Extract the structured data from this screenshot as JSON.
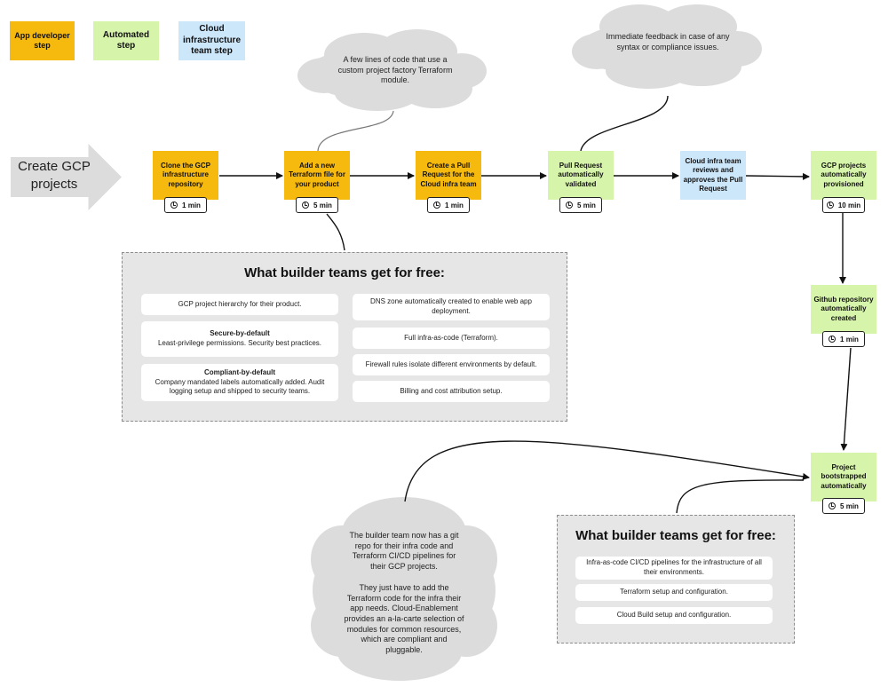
{
  "legend": {
    "app_developer": "App developer step",
    "automated": "Automated step",
    "cloud_infra": "Cloud infrastructure team step"
  },
  "start_label": "Create GCP projects",
  "steps": [
    {
      "label": "Clone the GCP infrastructure repository",
      "time": "1 min",
      "kind": "app-developer"
    },
    {
      "label": "Add a new Terraform file for your product",
      "time": "5 min",
      "kind": "app-developer"
    },
    {
      "label": "Create a Pull Request for the Cloud infra team",
      "time": "1 min",
      "kind": "app-developer"
    },
    {
      "label": "Pull Request automatically validated",
      "time": "5 min",
      "kind": "automated"
    },
    {
      "label": "Cloud infra team reviews and approves the Pull Request",
      "time": "",
      "kind": "cloud-infra"
    },
    {
      "label": "GCP projects automatically provisioned",
      "time": "10 min",
      "kind": "automated"
    },
    {
      "label": "Github repository automatically created",
      "time": "1 min",
      "kind": "automated"
    },
    {
      "label": "Project bootstrapped automatically",
      "time": "5 min",
      "kind": "automated"
    }
  ],
  "clouds": {
    "terraform_note": "A few lines of code that use a custom project factory Terraform module.",
    "feedback_note": "Immediate feedback in case of any syntax or compliance issues.",
    "builder_note_1": "The builder team now has a git repo for their infra code and Terraform CI/CD pipelines for their GCP projects.",
    "builder_note_2": "They just have to add the Terraform code for the infra their app needs. Cloud-Enablement provides an a-la-carte selection of modules for common resources, which are compliant and pluggable."
  },
  "panel_top": {
    "title": "What builder teams get for free:",
    "left_items": [
      {
        "title": "",
        "text": "GCP project hierarchy for their product."
      },
      {
        "title": "Secure-by-default",
        "text": "Least-privilege permissions. Security best practices."
      },
      {
        "title": "Compliant-by-default",
        "text": "Company mandated labels automatically added. Audit logging setup and shipped to security teams."
      }
    ],
    "right_items": [
      "DNS zone automatically created to enable web app deployment.",
      "Full infra-as-code (Terraform).",
      "Firewall rules isolate different environments by default.",
      "Billing and cost attribution setup."
    ]
  },
  "panel_bottom": {
    "title": "What builder teams get for free:",
    "items": [
      "Infra-as-code CI/CD pipelines for the infrastructure of all their environments.",
      "Terraform setup and configuration.",
      "Cloud Build setup and configuration."
    ]
  }
}
